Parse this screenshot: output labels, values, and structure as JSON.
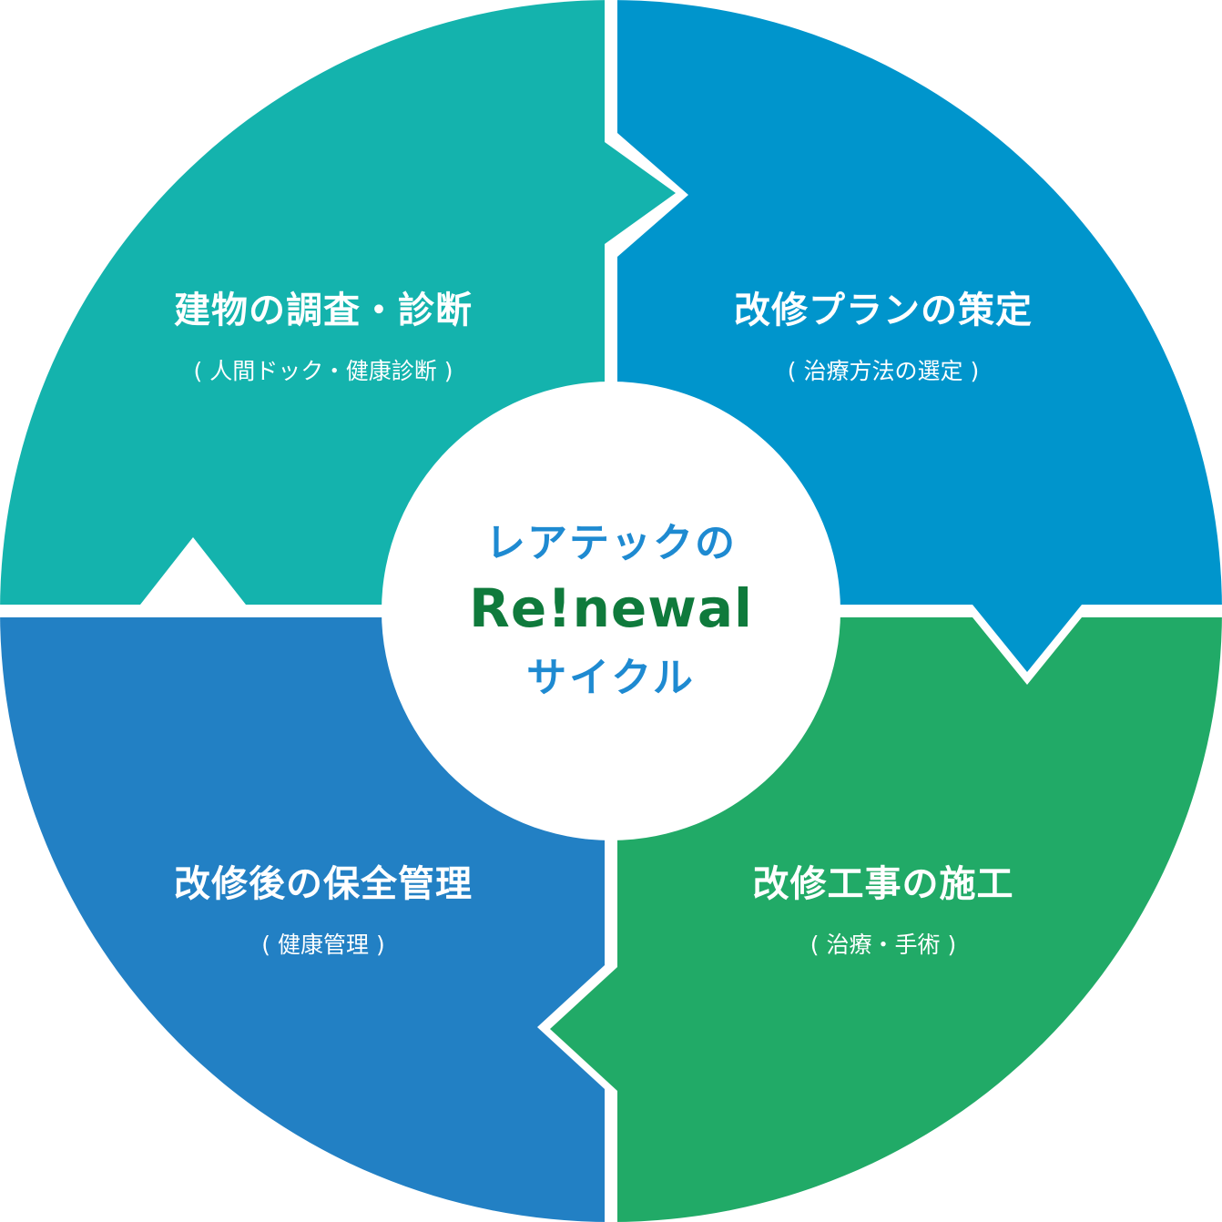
{
  "center": {
    "line1": "レアテックの",
    "brand": "Re!newal",
    "line3": "サイクル"
  },
  "stages": [
    {
      "title": "建物の調査・診断",
      "subtitle": "( 人間ドック・健康診断 )",
      "color": "#14b3ad"
    },
    {
      "title": "改修プランの策定",
      "subtitle": "( 治療方法の選定 )",
      "color": "#0095cc"
    },
    {
      "title": "改修工事の施工",
      "subtitle": "( 治療・手術 )",
      "color": "#21aa67"
    },
    {
      "title": "改修後の保全管理",
      "subtitle": "( 健康管理 )",
      "color": "#2280c4"
    }
  ],
  "colors": {
    "center_text": "#1e8ad1",
    "brand_text": "#0f7a3c",
    "background": "#ffffff"
  }
}
